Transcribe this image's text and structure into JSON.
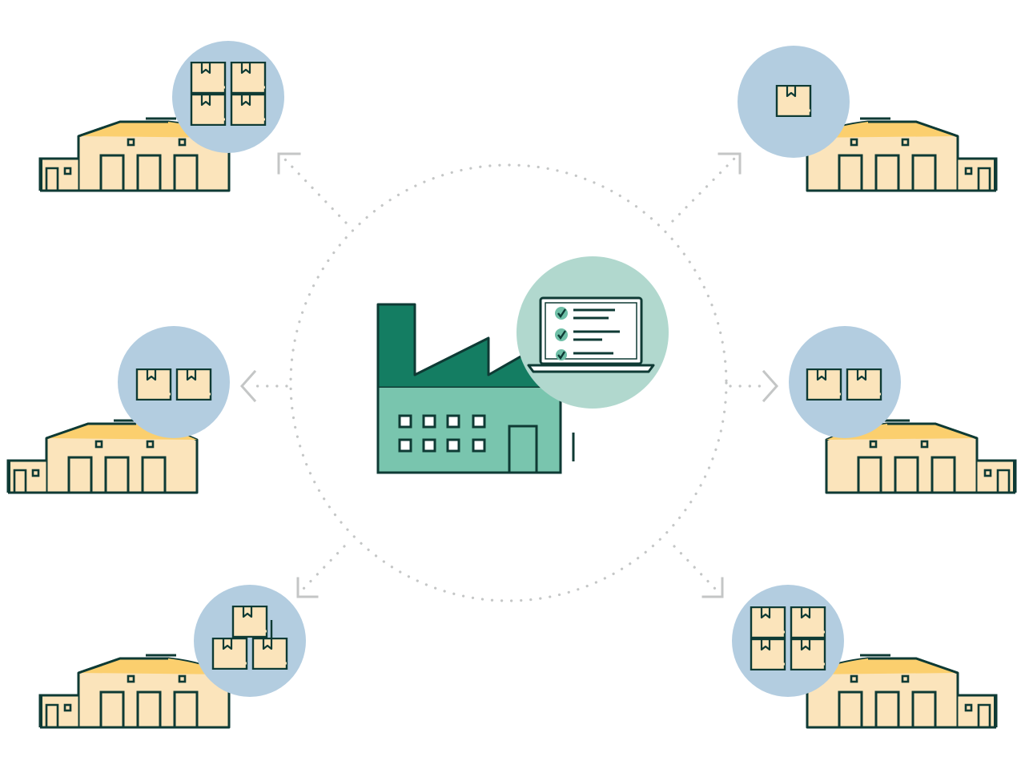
{
  "colors": {
    "background": "#ffffff",
    "outline": "#0e3a34",
    "warehouse_wall": "#fbe4bb",
    "warehouse_roof": "#fbcf6e",
    "badge_blue": "#b3cde0",
    "badge_green": "#b1d8ce",
    "factory_dark": "#147d62",
    "factory_light": "#79c5ae",
    "dotted_ring": "#c4c6c6",
    "arrow": "#c4c6c6",
    "check": "#6fbfa7"
  },
  "central_node": {
    "icon": "factory-icon",
    "badge_icon": "laptop-checklist-icon",
    "checklist_items": 3
  },
  "warehouses": [
    {
      "id": "top-left",
      "box_count": 4,
      "box_layout": "grid-2x2"
    },
    {
      "id": "top-right",
      "box_count": 1,
      "box_layout": "single"
    },
    {
      "id": "middle-left",
      "box_count": 2,
      "box_layout": "row"
    },
    {
      "id": "middle-right",
      "box_count": 2,
      "box_layout": "row"
    },
    {
      "id": "bottom-left",
      "box_count": 3,
      "box_layout": "pyramid"
    },
    {
      "id": "bottom-right",
      "box_count": 4,
      "box_layout": "grid-2x2"
    }
  ],
  "connections": [
    {
      "from": "central",
      "to": "top-left",
      "arrow": "corner"
    },
    {
      "from": "central",
      "to": "top-right",
      "arrow": "corner"
    },
    {
      "from": "central",
      "to": "middle-left",
      "arrow": "chevron"
    },
    {
      "from": "central",
      "to": "middle-right",
      "arrow": "chevron"
    },
    {
      "from": "central",
      "to": "bottom-left",
      "arrow": "corner"
    },
    {
      "from": "central",
      "to": "bottom-right",
      "arrow": "corner"
    }
  ]
}
